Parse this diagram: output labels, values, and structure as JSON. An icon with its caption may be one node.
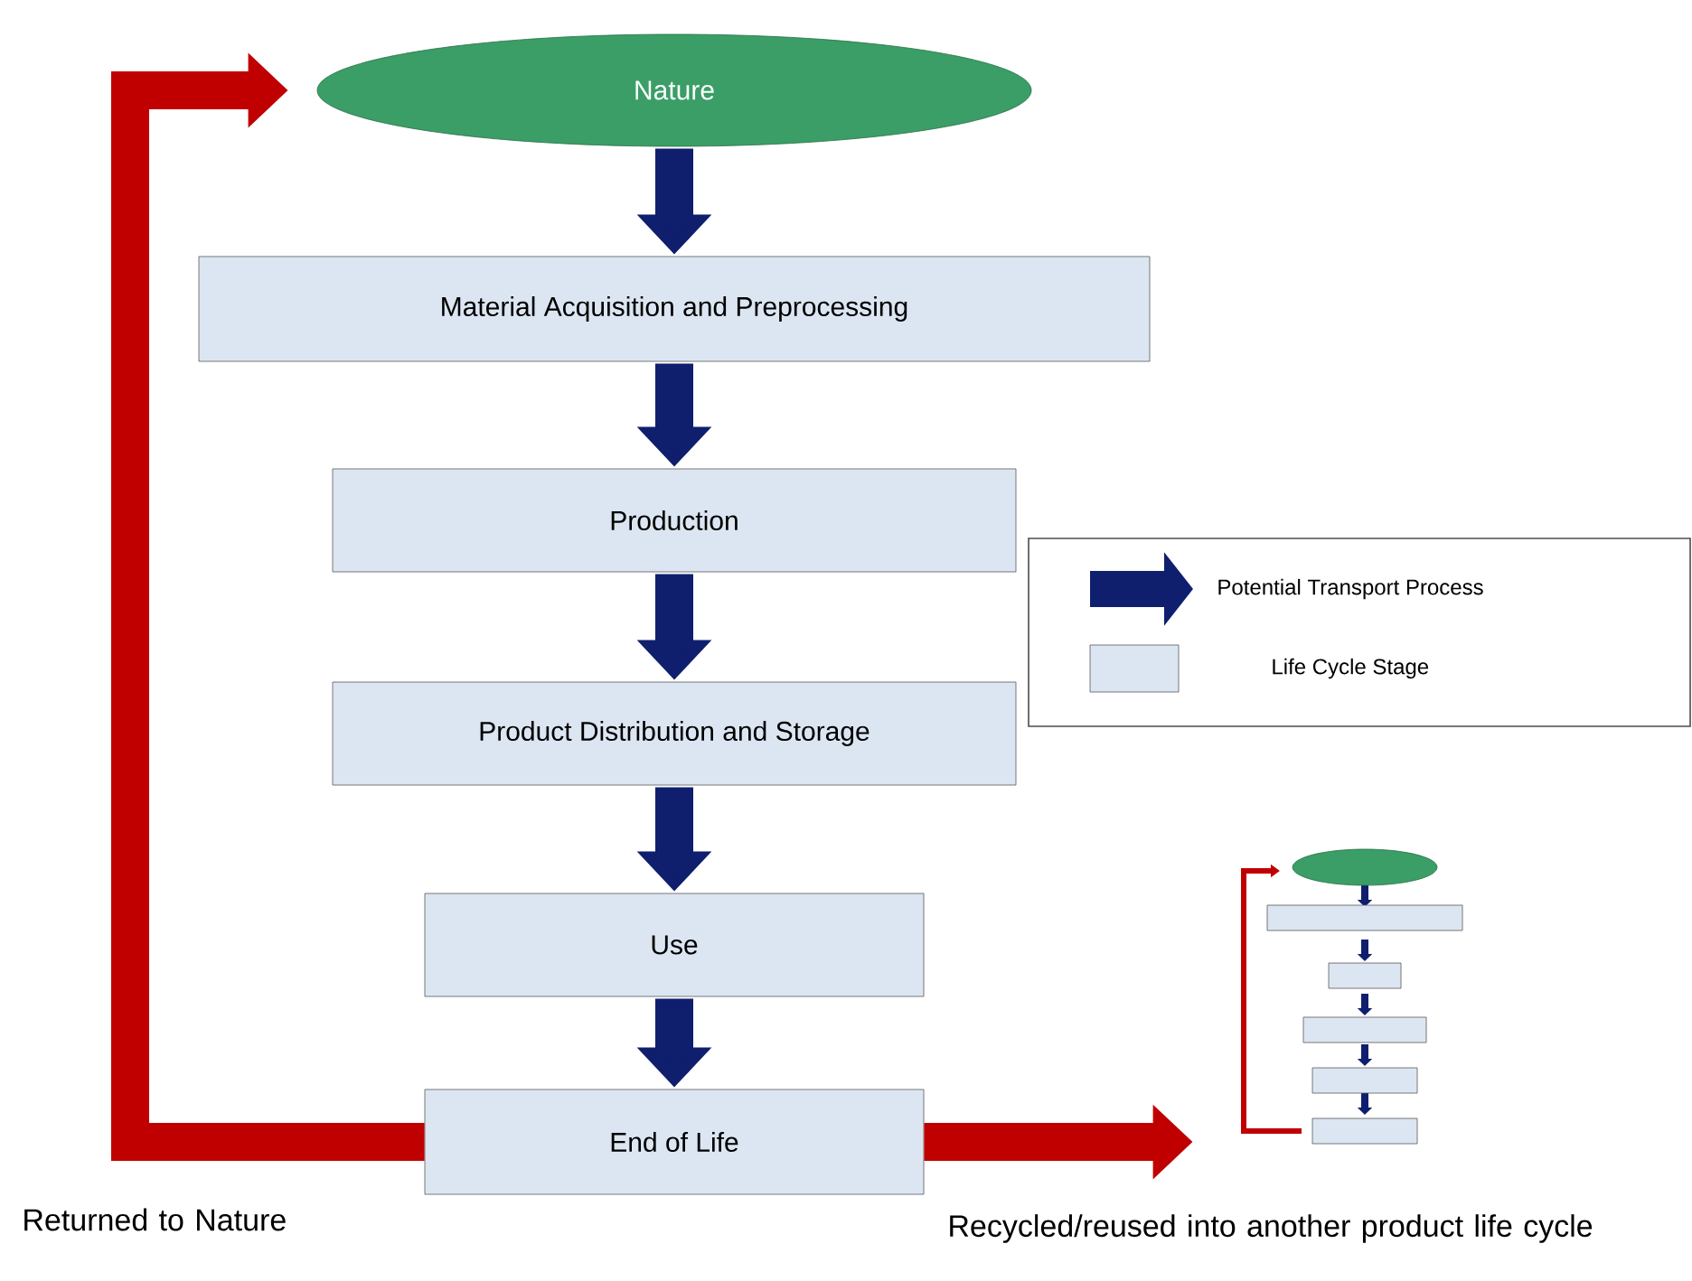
{
  "diagram": {
    "nodes": [
      {
        "text": [
          "Nature"
        ]
      },
      {
        "text": [
          "Material Acquisition and Preprocessing"
        ]
      },
      {
        "text": [
          "Production"
        ]
      },
      {
        "text": [
          "Product Distribution and Storage"
        ]
      },
      {
        "text": [
          "Use"
        ]
      },
      {
        "text": [
          "End of Life"
        ]
      },
      {
        "text": [],
        "shape": "picture"
      }
    ],
    "edges": [
      {
        "from": 0,
        "to": 1,
        "arrow": "to"
      },
      {
        "from": 1,
        "to": 2,
        "arrow": "to"
      },
      {
        "from": 2,
        "to": 3,
        "arrow": "to"
      },
      {
        "from": 3,
        "to": 4,
        "arrow": "to"
      },
      {
        "from": 4,
        "to": 5,
        "arrow": "to"
      },
      {
        "from": 5,
        "to": 0,
        "arrow": "to",
        "color": "#c00000"
      },
      {
        "from": 5,
        "to": 6,
        "arrow": "to",
        "color": "#c00000"
      }
    ],
    "labels": [
      "Returned to Nature",
      "Recycled/reused into another product life cycle"
    ],
    "legend": [
      {
        "text": "Potential Transport Process"
      },
      {
        "text": "Life Cycle Stage",
        "color": "#dce6f2"
      }
    ]
  }
}
